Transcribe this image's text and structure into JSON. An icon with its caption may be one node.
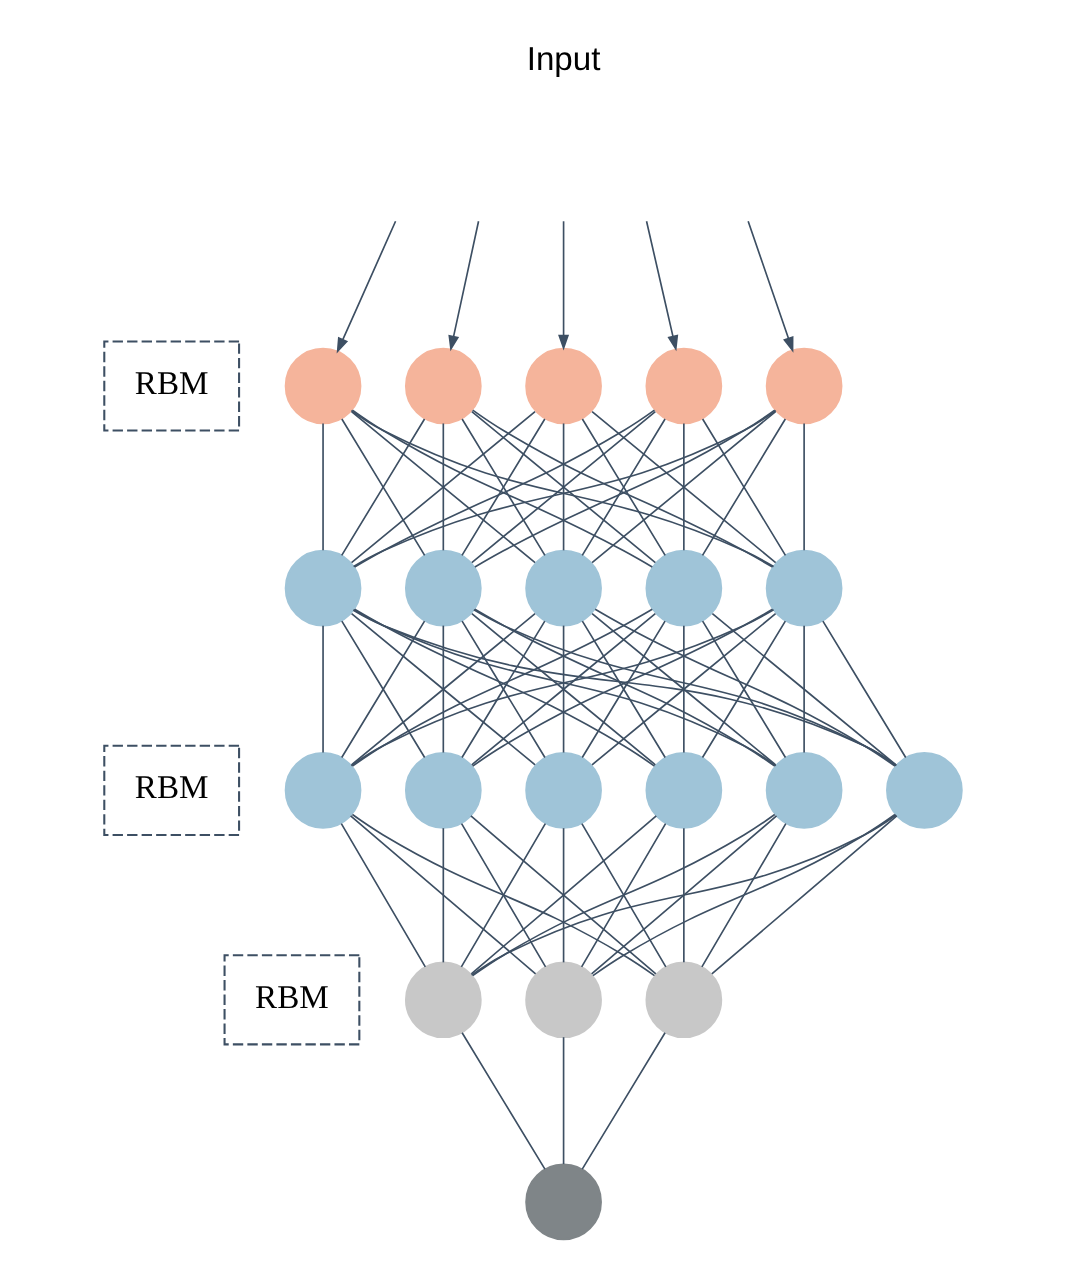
{
  "diagram": {
    "nodes": [
      {
        "text": [
          "RBM"
        ]
      },
      {
        "text": [
          "RBM"
        ]
      },
      {
        "text": [
          "RBM"
        ]
      },
      {
        "text": [],
        "shape": "circle"
      },
      {
        "text": [],
        "shape": "circle"
      },
      {
        "text": [],
        "shape": "circle"
      },
      {
        "text": [],
        "shape": "circle"
      },
      {
        "text": [],
        "shape": "circle"
      },
      {
        "text": [],
        "shape": "circle"
      },
      {
        "text": [],
        "shape": "circle"
      },
      {
        "text": [],
        "shape": "circle"
      },
      {
        "text": [],
        "shape": "circle"
      },
      {
        "text": [],
        "shape": "circle"
      },
      {
        "text": [],
        "shape": "circle"
      },
      {
        "text": [],
        "shape": "circle"
      },
      {
        "text": [],
        "shape": "circle"
      },
      {
        "text": [],
        "shape": "circle"
      },
      {
        "text": [],
        "shape": "circle"
      },
      {
        "text": [],
        "shape": "circle"
      },
      {
        "text": [],
        "shape": "circle"
      },
      {
        "text": [],
        "shape": "circle"
      },
      {
        "text": [],
        "shape": "circle"
      },
      {
        "text": [],
        "shape": "circle"
      }
    ],
    "edges": [
      {
        "from": null,
        "to": 3,
        "arrow": "to"
      },
      {
        "from": null,
        "to": 4,
        "arrow": "to"
      },
      {
        "from": null,
        "to": 5,
        "arrow": "to"
      },
      {
        "from": null,
        "to": 6,
        "arrow": "to"
      },
      {
        "from": null,
        "to": 7,
        "arrow": "to"
      },
      {
        "from": 3,
        "to": 8,
        "arrow": "none"
      },
      {
        "from": 3,
        "to": 9,
        "arrow": "none"
      },
      {
        "from": 3,
        "to": 10,
        "arrow": "none"
      },
      {
        "from": 3,
        "to": 11,
        "arrow": "none"
      },
      {
        "from": 3,
        "to": 12,
        "arrow": "none"
      },
      {
        "from": 4,
        "to": 8,
        "arrow": "none"
      },
      {
        "from": 4,
        "to": 9,
        "arrow": "none"
      },
      {
        "from": 4,
        "to": 10,
        "arrow": "none"
      },
      {
        "from": 4,
        "to": 11,
        "arrow": "none"
      },
      {
        "from": 4,
        "to": 12,
        "arrow": "none"
      },
      {
        "from": 5,
        "to": 8,
        "arrow": "none"
      },
      {
        "from": 5,
        "to": 9,
        "arrow": "none"
      },
      {
        "from": 5,
        "to": 10,
        "arrow": "none"
      },
      {
        "from": 5,
        "to": 11,
        "arrow": "none"
      },
      {
        "from": 5,
        "to": 12,
        "arrow": "none"
      },
      {
        "from": 6,
        "to": 8,
        "arrow": "none"
      },
      {
        "from": 6,
        "to": 9,
        "arrow": "none"
      },
      {
        "from": 6,
        "to": 10,
        "arrow": "none"
      },
      {
        "from": 6,
        "to": 11,
        "arrow": "none"
      },
      {
        "from": 6,
        "to": 12,
        "arrow": "none"
      },
      {
        "from": 7,
        "to": 8,
        "arrow": "none"
      },
      {
        "from": 7,
        "to": 9,
        "arrow": "none"
      },
      {
        "from": 7,
        "to": 10,
        "arrow": "none"
      },
      {
        "from": 7,
        "to": 11,
        "arrow": "none"
      },
      {
        "from": 7,
        "to": 12,
        "arrow": "none"
      },
      {
        "from": 8,
        "to": 13,
        "arrow": "none"
      },
      {
        "from": 8,
        "to": 14,
        "arrow": "none"
      },
      {
        "from": 8,
        "to": 15,
        "arrow": "none"
      },
      {
        "from": 8,
        "to": 16,
        "arrow": "none"
      },
      {
        "from": 8,
        "to": 17,
        "arrow": "none"
      },
      {
        "from": 8,
        "to": 18,
        "arrow": "none"
      },
      {
        "from": 9,
        "to": 13,
        "arrow": "none"
      },
      {
        "from": 9,
        "to": 14,
        "arrow": "none"
      },
      {
        "from": 9,
        "to": 15,
        "arrow": "none"
      },
      {
        "from": 9,
        "to": 16,
        "arrow": "none"
      },
      {
        "from": 9,
        "to": 17,
        "arrow": "none"
      },
      {
        "from": 9,
        "to": 18,
        "arrow": "none"
      },
      {
        "from": 10,
        "to": 13,
        "arrow": "none"
      },
      {
        "from": 10,
        "to": 14,
        "arrow": "none"
      },
      {
        "from": 10,
        "to": 15,
        "arrow": "none"
      },
      {
        "from": 10,
        "to": 16,
        "arrow": "none"
      },
      {
        "from": 10,
        "to": 17,
        "arrow": "none"
      },
      {
        "from": 10,
        "to": 18,
        "arrow": "none"
      },
      {
        "from": 11,
        "to": 13,
        "arrow": "none"
      },
      {
        "from": 11,
        "to": 14,
        "arrow": "none"
      },
      {
        "from": 11,
        "to": 15,
        "arrow": "none"
      },
      {
        "from": 11,
        "to": 16,
        "arrow": "none"
      },
      {
        "from": 11,
        "to": 17,
        "arrow": "none"
      },
      {
        "from": 11,
        "to": 18,
        "arrow": "none"
      },
      {
        "from": 12,
        "to": 13,
        "arrow": "none"
      },
      {
        "from": 12,
        "to": 14,
        "arrow": "none"
      },
      {
        "from": 12,
        "to": 15,
        "arrow": "none"
      },
      {
        "from": 12,
        "to": 16,
        "arrow": "none"
      },
      {
        "from": 12,
        "to": 17,
        "arrow": "none"
      },
      {
        "from": 12,
        "to": 18,
        "arrow": "none"
      },
      {
        "from": 13,
        "to": 19,
        "arrow": "none"
      },
      {
        "from": 13,
        "to": 20,
        "arrow": "none"
      },
      {
        "from": 13,
        "to": 21,
        "arrow": "none"
      },
      {
        "from": 14,
        "to": 19,
        "arrow": "none"
      },
      {
        "from": 14,
        "to": 20,
        "arrow": "none"
      },
      {
        "from": 14,
        "to": 21,
        "arrow": "none"
      },
      {
        "from": 15,
        "to": 19,
        "arrow": "none"
      },
      {
        "from": 15,
        "to": 20,
        "arrow": "none"
      },
      {
        "from": 15,
        "to": 21,
        "arrow": "none"
      },
      {
        "from": 16,
        "to": 19,
        "arrow": "none"
      },
      {
        "from": 16,
        "to": 20,
        "arrow": "none"
      },
      {
        "from": 16,
        "to": 21,
        "arrow": "none"
      },
      {
        "from": 17,
        "to": 19,
        "arrow": "none"
      },
      {
        "from": 17,
        "to": 20,
        "arrow": "none"
      },
      {
        "from": 17,
        "to": 21,
        "arrow": "none"
      },
      {
        "from": 18,
        "to": 19,
        "arrow": "none"
      },
      {
        "from": 18,
        "to": 20,
        "arrow": "none"
      },
      {
        "from": 18,
        "to": 21,
        "arrow": "none"
      },
      {
        "from": 19,
        "to": 22,
        "arrow": "none"
      },
      {
        "from": 20,
        "to": 22,
        "arrow": "none"
      },
      {
        "from": 21,
        "to": 22,
        "arrow": "none"
      }
    ],
    "labels": [
      "Input"
    ]
  }
}
